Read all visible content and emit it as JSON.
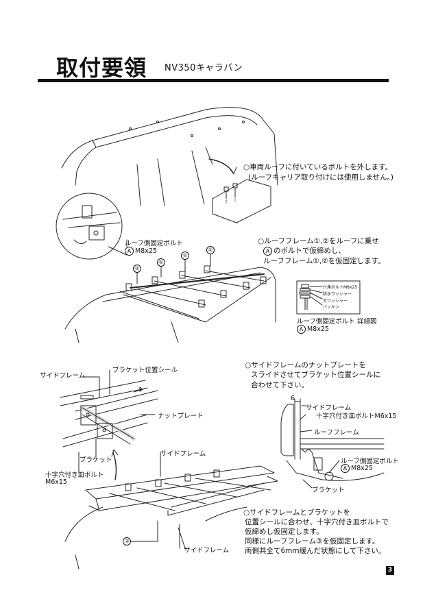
{
  "header": {
    "title": "取付要領",
    "model": "NV350キャラバン"
  },
  "step1": {
    "line1": "○車両ルーフに付いているボルトを外します。",
    "line2": "(ルーフキャリア取り付けには使用しません。)"
  },
  "step2": {
    "line1": "○ルーフフレーム①,②をルーフに乗せ",
    "line2_circ": "A",
    "line2": "のボルトで仮締めし、",
    "line3": "ルーフフレーム①,②を仮固定します。",
    "bolt_label": "ルーフ側固定ボルト",
    "bolt_circ": "A",
    "bolt_size": "M8x25",
    "frame_marks": [
      "②",
      "①",
      "①",
      "②"
    ],
    "detail": {
      "parts": [
        "六角ボルトM8x25",
        "防水ワッシャー",
        "大ワッシャー",
        "パッキン"
      ],
      "caption": "ルーフ側固定ボルト 詳細図",
      "circ": "A",
      "size": "M8x25"
    }
  },
  "step3": {
    "line1": "○サイドフレームのナットプレートを",
    "line2": "スライドさせてブラケット位置シールに",
    "line3": "合わせて下さい。",
    "side_frame": "サイドフレーム",
    "bracket_seal": "ブラケット位置シール",
    "nut_plate": "ナットプレート",
    "bracket": "ブラケット",
    "screw_label": "十字穴付き皿ボルト",
    "screw_size": "M6x15"
  },
  "section_detail": {
    "dim": "6",
    "side_frame": "サイドフレーム",
    "screw": "十字穴付き皿ボルトM6x15",
    "roof_frame": "ルーフフレーム",
    "roof_bolt": "ルーフ側固定ボルト",
    "circ": "A",
    "bolt_size": "M8x25",
    "bracket": "ブラケット"
  },
  "step4": {
    "side_frame_top": "サイドフレーム",
    "side_frame_bottom": "サイドフレーム",
    "frame3": "③",
    "line1": "○サイドフレームとブラケットを",
    "line2": "位置シールに合わせ、十字穴付き皿ボルトで",
    "line3": "仮締めし仮固定します。",
    "line4": "同様にルーフフレーム③を仮固定します。",
    "line5": "両側共全て6mm緩んだ状態にして下さい。"
  },
  "page": {
    "number": "3"
  }
}
